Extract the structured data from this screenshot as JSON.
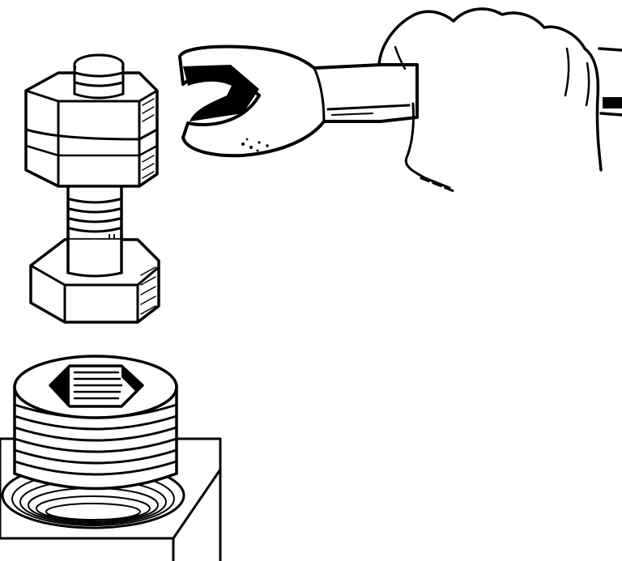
{
  "figure": {
    "kind": "technical-line-illustration",
    "panels": [
      {
        "id": "bolt-and-nuts",
        "parts": [
          "top-nut",
          "bolt-stud",
          "thread",
          "bottom-nut"
        ]
      },
      {
        "id": "open-end-wrench",
        "parts": [
          "wrench-jaw",
          "wrench-handle",
          "hand"
        ]
      },
      {
        "id": "threaded-plug",
        "parts": [
          "hex-socket",
          "threaded-plug-body",
          "base-block",
          "tapped-hole"
        ]
      }
    ],
    "colors": {
      "ink": "#000000",
      "paper": "#ffffff"
    }
  }
}
